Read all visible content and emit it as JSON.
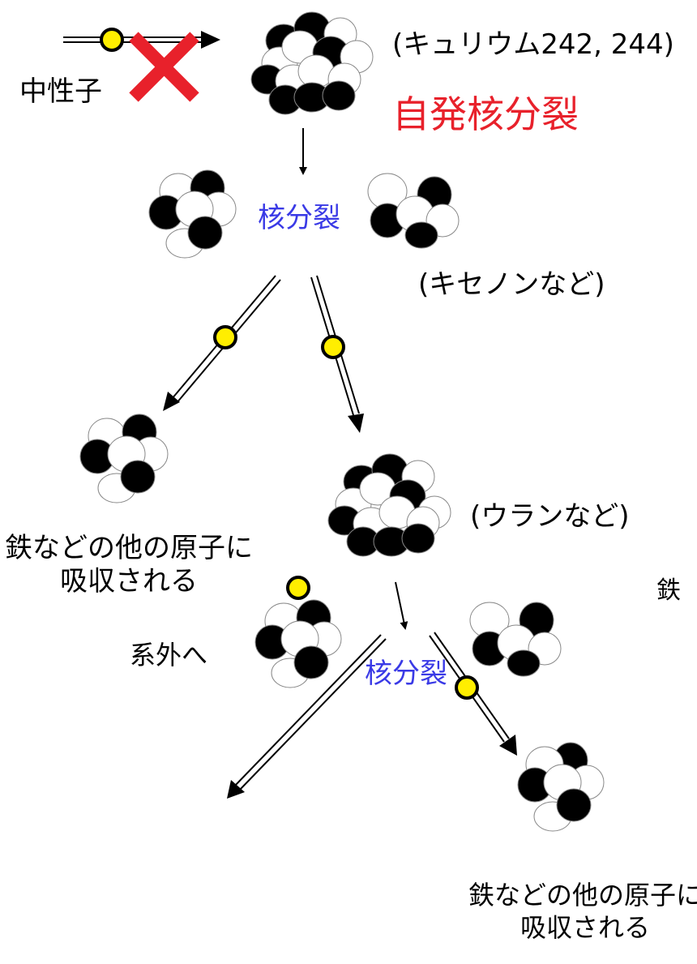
{
  "labels": {
    "neutron": "中性子",
    "curium": "(キュリウム242, 244)",
    "spontaneous_fission": "自発核分裂",
    "fission_1": "核分裂",
    "xenon": "(キセノンなど)",
    "uranium": "(ウランなど)",
    "absorbed_1_line1": "鉄などの他の原子に",
    "absorbed_1_line2": "吸収される",
    "iron_partial": "鉄",
    "fission_2": "核分裂",
    "escape": "系外へ",
    "absorbed_2_line1": "鉄などの他の原子に",
    "absorbed_2_line2": "吸収される"
  },
  "colors": {
    "neutron_fill": "#ffee00",
    "cross": "#e8212b",
    "fission_label": "#3a3ae6",
    "spontaneous_label": "#e8212b",
    "proton_fill": "#000000",
    "nucleon_light": "#ffffff"
  }
}
